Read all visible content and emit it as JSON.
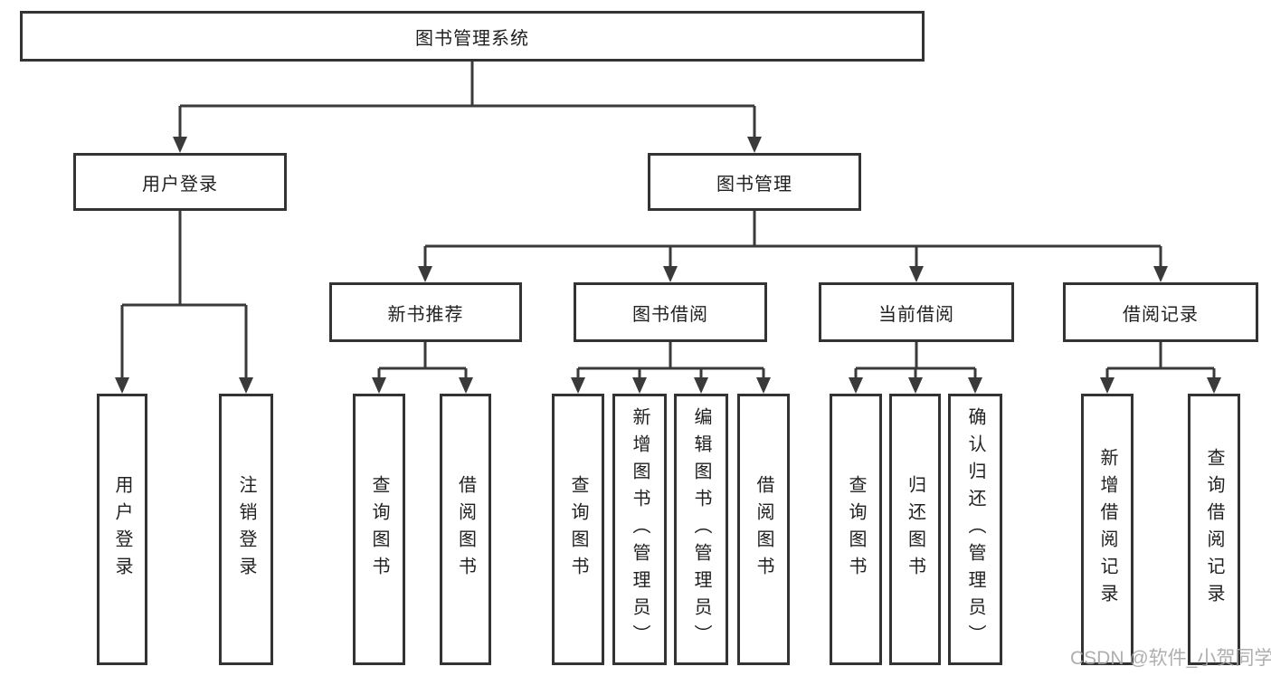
{
  "tree": {
    "root": "图书管理系统",
    "children": [
      {
        "label": "用户登录",
        "children": [
          {
            "label": "用户登录"
          },
          {
            "label": "注销登录"
          }
        ]
      },
      {
        "label": "图书管理",
        "children": [
          {
            "label": "新书推荐",
            "children": [
              {
                "label": "查询图书"
              },
              {
                "label": "借阅图书"
              }
            ]
          },
          {
            "label": "图书借阅",
            "children": [
              {
                "label": "查询图书"
              },
              {
                "label": "新增图书（管理员）"
              },
              {
                "label": "编辑图书（管理员）"
              },
              {
                "label": "借阅图书"
              }
            ]
          },
          {
            "label": "当前借阅",
            "children": [
              {
                "label": "查询图书"
              },
              {
                "label": "归还图书"
              },
              {
                "label": "确认归还（管理员）"
              }
            ]
          },
          {
            "label": "借阅记录",
            "children": [
              {
                "label": "新增借阅记录"
              },
              {
                "label": "查询借阅记录"
              }
            ]
          }
        ]
      }
    ]
  },
  "watermark": "CSDN @软件_小贺同学",
  "colors": {
    "background": "#ffffff",
    "box_border": "#333333",
    "connector_line": "#3a3a3a",
    "text": "#212121",
    "watermark_text": "#a6a6a6"
  }
}
